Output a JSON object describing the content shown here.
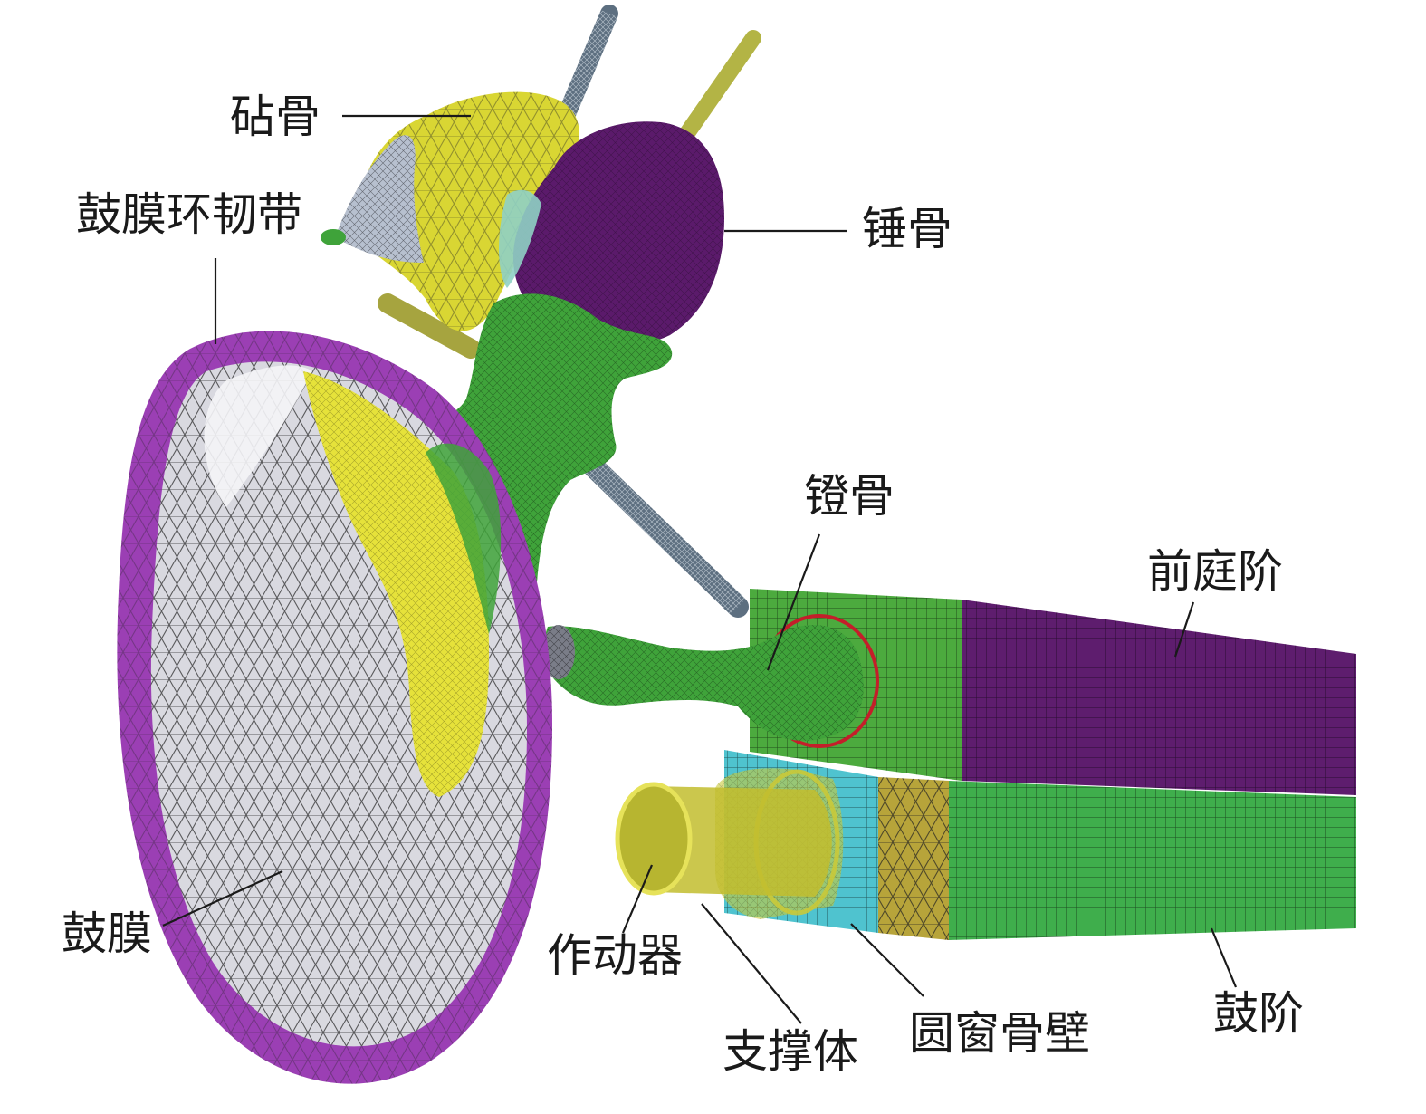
{
  "labels": {
    "incus": "砧骨",
    "annular_ligament": "鼓膜环韧带",
    "malleus": "锤骨",
    "stapes": "镫骨",
    "scala_vestibuli": "前庭阶",
    "tympanic_membrane": "鼓膜",
    "actuator": "作动器",
    "support": "支撑体",
    "round_window_wall": "圆窗骨壁",
    "scala_tympani": "鼓阶"
  },
  "colors": {
    "membrane_ring": "#9b3fb4",
    "membrane_fill": "#d9d9e0",
    "malleus": "#5b1a6b",
    "incus": "#d9d633",
    "green_bone": "#3fa33a",
    "scala_vestibuli": "#5e1d6e",
    "scala_tympani": "#3fae4c",
    "round_window": "#4fc3cf",
    "actuator": "#c9c93a",
    "ligament_rod": "#5d6f80"
  }
}
